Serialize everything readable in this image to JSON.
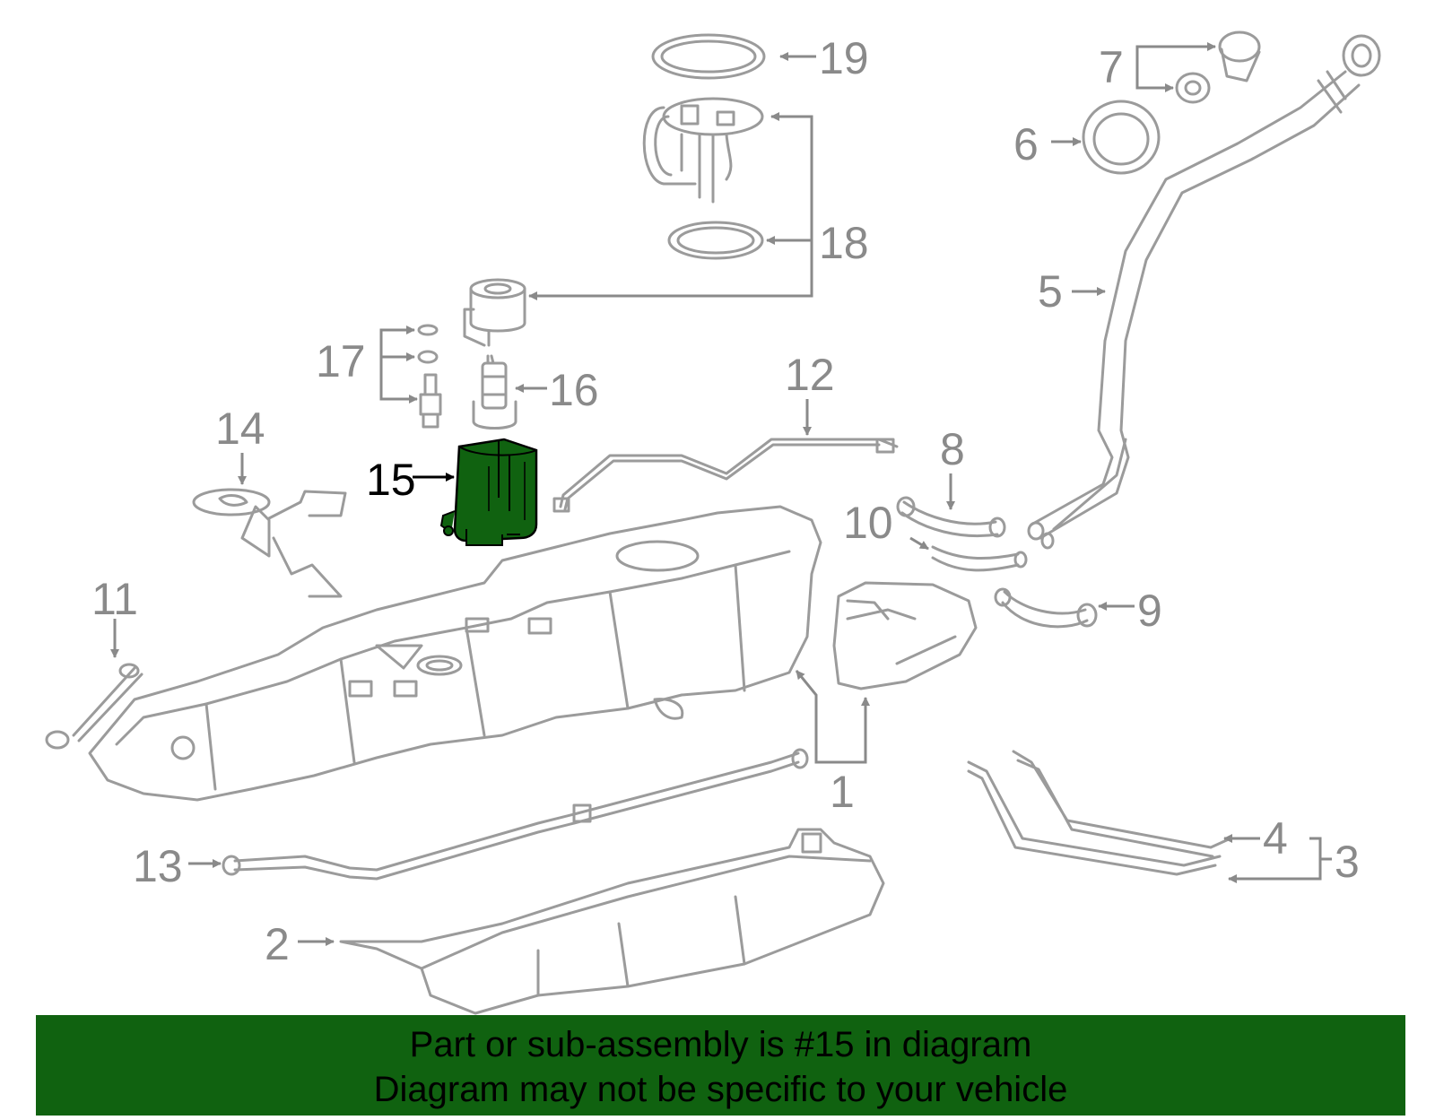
{
  "banner": {
    "line1": "Part or sub-assembly is #15 in diagram",
    "line2": "Diagram may not be specific to your vehicle"
  },
  "highlight": {
    "part_number": "15",
    "color": "#106210"
  },
  "callouts": {
    "c1": "1",
    "c2": "2",
    "c3": "3",
    "c4": "4",
    "c5": "5",
    "c6": "6",
    "c7": "7",
    "c8": "8",
    "c9": "9",
    "c10": "10",
    "c11": "11",
    "c12": "12",
    "c13": "13",
    "c14": "14",
    "c15": "15",
    "c16": "16",
    "c17": "17",
    "c18": "18",
    "c19": "19"
  },
  "colors": {
    "linework": "#9b9b9b",
    "labels": "#8a8a8a",
    "banner": "#106210"
  }
}
